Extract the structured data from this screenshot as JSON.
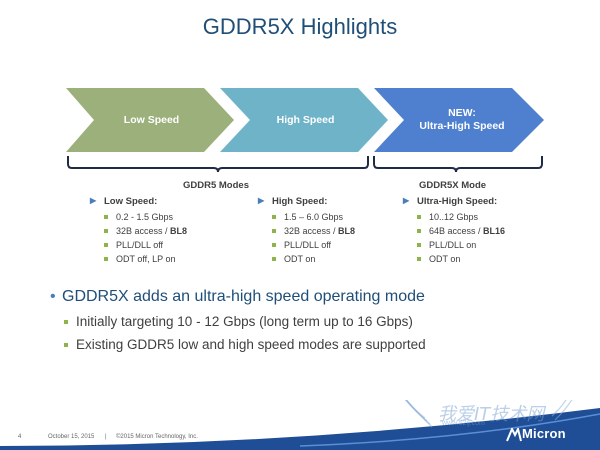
{
  "slide": {
    "title": "GDDR5X Highlights",
    "page_number": "4",
    "date": "October 15, 2015",
    "separator": "|",
    "copyright": "©2015 Micron Technology, Inc.",
    "logo_text": "Micron"
  },
  "chevrons": [
    {
      "label": "Low Speed",
      "color": "#9bb07a"
    },
    {
      "label": "High Speed",
      "color": "#6fb3c9"
    },
    {
      "label_line1": "NEW:",
      "label_line2": "Ultra-High Speed",
      "color": "#4f7fcf"
    }
  ],
  "groups": {
    "gddr5": "GDDR5 Modes",
    "gddr5x": "GDDR5X Mode"
  },
  "modes": [
    {
      "heading": "Low Speed:",
      "items": [
        {
          "text": "0.2 - 1.5 Gbps"
        },
        {
          "text": "32B access / ",
          "bold": "BL8"
        },
        {
          "text": "PLL/DLL off"
        },
        {
          "text": "ODT off, LP on"
        }
      ]
    },
    {
      "heading": "High Speed:",
      "items": [
        {
          "text": "1.5 – 6.0 Gbps"
        },
        {
          "text": "32B access / ",
          "bold": "BL8"
        },
        {
          "text": "PLL/DLL off"
        },
        {
          "text": "ODT on"
        }
      ]
    },
    {
      "heading": "Ultra-High Speed:",
      "items": [
        {
          "text": "10..12 Gbps"
        },
        {
          "text": "64B access / ",
          "bold": "BL16"
        },
        {
          "text": "PLL/DLL on"
        },
        {
          "text": "ODT on"
        }
      ]
    }
  ],
  "bullets": {
    "main": "GDDR5X adds an ultra-high speed operating mode",
    "subs": [
      "Initially targeting  10 - 12 Gbps (long term up to 16 Gbps)",
      "Existing GDDR5 low and high speed modes are supported"
    ]
  },
  "watermark": {
    "text": "我爱IT技术网",
    "url": "www.52ij.com"
  },
  "colors": {
    "title": "#1f4e79",
    "bullet_square": "#8db44a",
    "footer_band": "#1f4e96"
  }
}
